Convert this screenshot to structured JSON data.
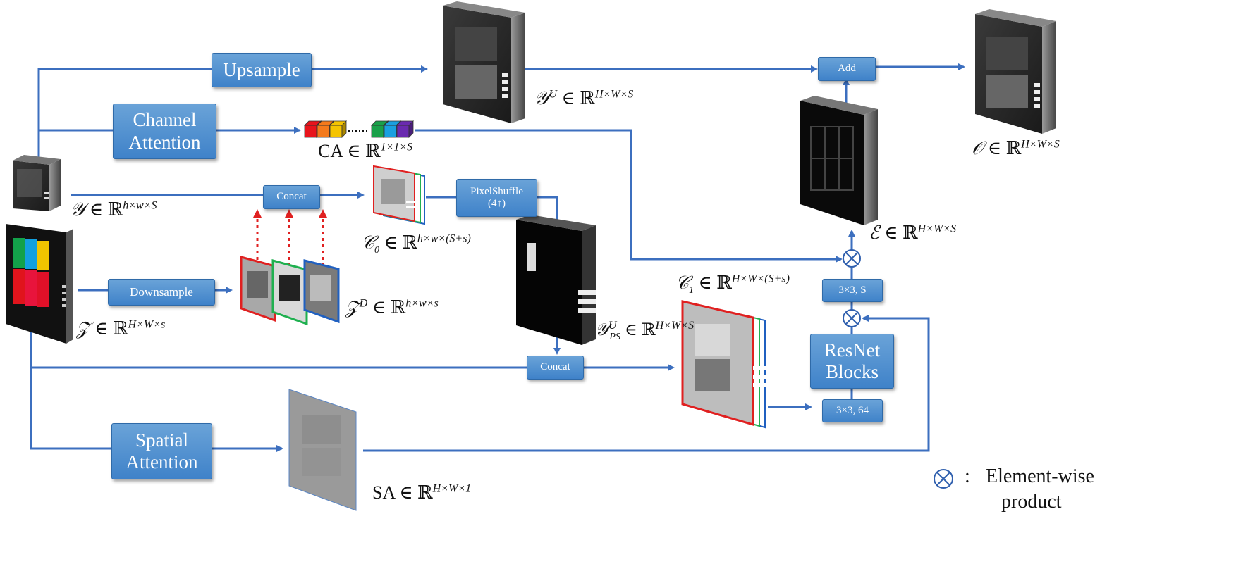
{
  "blocks": {
    "upsample": "Upsample",
    "channel_attention_1": "Channel",
    "channel_attention_2": "Attention",
    "concat_top": "Concat",
    "downsample": "Downsample",
    "pixelshuffle_1": "PixelShuffle",
    "pixelshuffle_2": "(4↑)",
    "concat_bottom": "Concat",
    "add": "Add",
    "conv_s": "3×3, S",
    "resnet_1": "ResNet",
    "resnet_2": "Blocks",
    "conv_64": "3×3, 64",
    "spatial_attention_1": "Spatial",
    "spatial_attention_2": "Attention"
  },
  "labels": {
    "y": {
      "sym": "𝒴",
      "rest": " ∈ ℝ",
      "sup": "h×w×S"
    },
    "z": {
      "sym": "𝒵",
      "rest": " ∈ ℝ",
      "sup": "H×W×s"
    },
    "yu": {
      "sym": "𝒴",
      "symsup": "U",
      "rest": " ∈ ℝ",
      "sup": "H×W×S"
    },
    "ca": {
      "sym": "CA",
      "rest": " ∈ ℝ",
      "sup": "1×1×S"
    },
    "c0": {
      "sym": "𝒞",
      "sub": "0",
      "rest": " ∈ ℝ",
      "sup": "h×w×(S+s)"
    },
    "zd": {
      "sym": "𝒵",
      "symsup": "D",
      "rest": " ∈ ℝ",
      "sup": "h×w×s"
    },
    "yps": {
      "sym": "𝒴",
      "symsup": "U",
      "sub": "PS",
      "rest": " ∈ ℝ",
      "sup": "H×W×S"
    },
    "c1": {
      "sym": "𝒞",
      "sub": "1",
      "rest": " ∈ ℝ",
      "sup": "H×W×(S+s)"
    },
    "e": {
      "sym": "ℰ",
      "rest": " ∈ ℝ",
      "sup": "H×W×S"
    },
    "o": {
      "sym": "𝒪",
      "rest": " ∈ ℝ",
      "sup": "H×W×S"
    },
    "sa": {
      "sym": "SA",
      "rest": " ∈ ℝ",
      "sup": "H×W×1"
    }
  },
  "legend": {
    "symbol": "⊗",
    "colon": ":",
    "line1": "Element-wise",
    "line2": "product"
  },
  "colors": {
    "arrow": "#3c6fbf",
    "block": "#4a8bd0",
    "dotted": "#e02020",
    "red_frame": "#e02020",
    "green_frame": "#20b050",
    "blue_frame": "#2060c0",
    "ca_cubes": [
      "#e8141c",
      "#f47a1c",
      "#f5c400",
      "#1aa04a",
      "#1aa0e0",
      "#6a2ab0"
    ]
  }
}
